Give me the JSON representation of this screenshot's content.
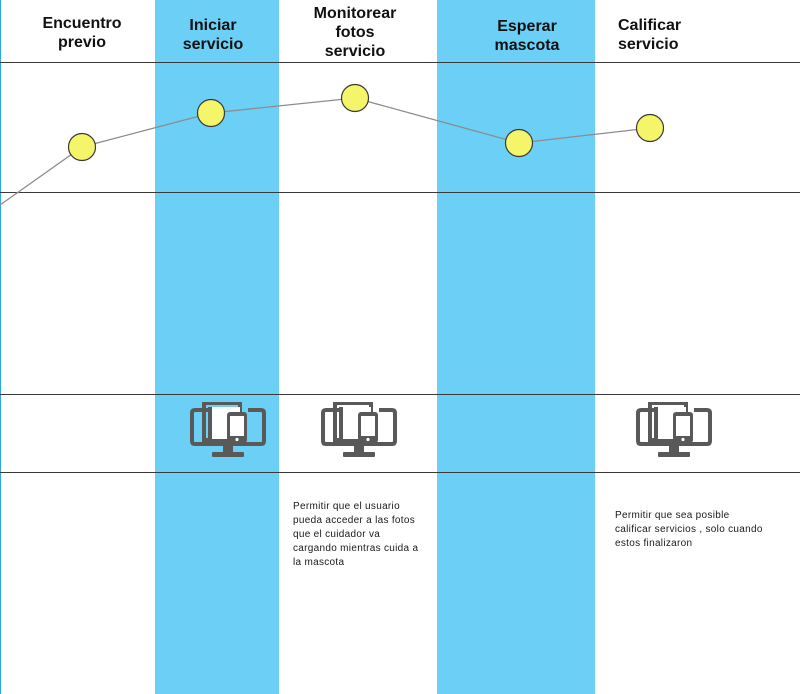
{
  "stages": [
    {
      "title": "Encuentro\nprevio",
      "highlighted": false
    },
    {
      "title": "Iniciar\nservicio",
      "highlighted": true
    },
    {
      "title": "Monitorear\nfotos\nservicio",
      "highlighted": false
    },
    {
      "title": "Esperar\nmascota",
      "highlighted": true
    },
    {
      "title": "Calificar\nservicio",
      "highlighted": false
    }
  ],
  "touchpoints": [
    {
      "stage": 1,
      "icon": "devices-icon"
    },
    {
      "stage": 2,
      "icon": "devices-icon"
    },
    {
      "stage": 4,
      "icon": "devices-icon"
    }
  ],
  "notes": [
    {
      "stage": 2,
      "text": "Permitir que el usuario pueda acceder a las fotos que el cuidador va cargando mientras cuida a la mascota"
    },
    {
      "stage": 4,
      "text": "Permitir que sea posible calificar servicios , solo cuando estos finalizaron"
    }
  ],
  "colors": {
    "highlight_band": "#6ccff6",
    "node_fill": "#f5f56a",
    "node_stroke": "#3a3a3a",
    "curve": "#8c8c8c",
    "icon": "#595959"
  }
}
